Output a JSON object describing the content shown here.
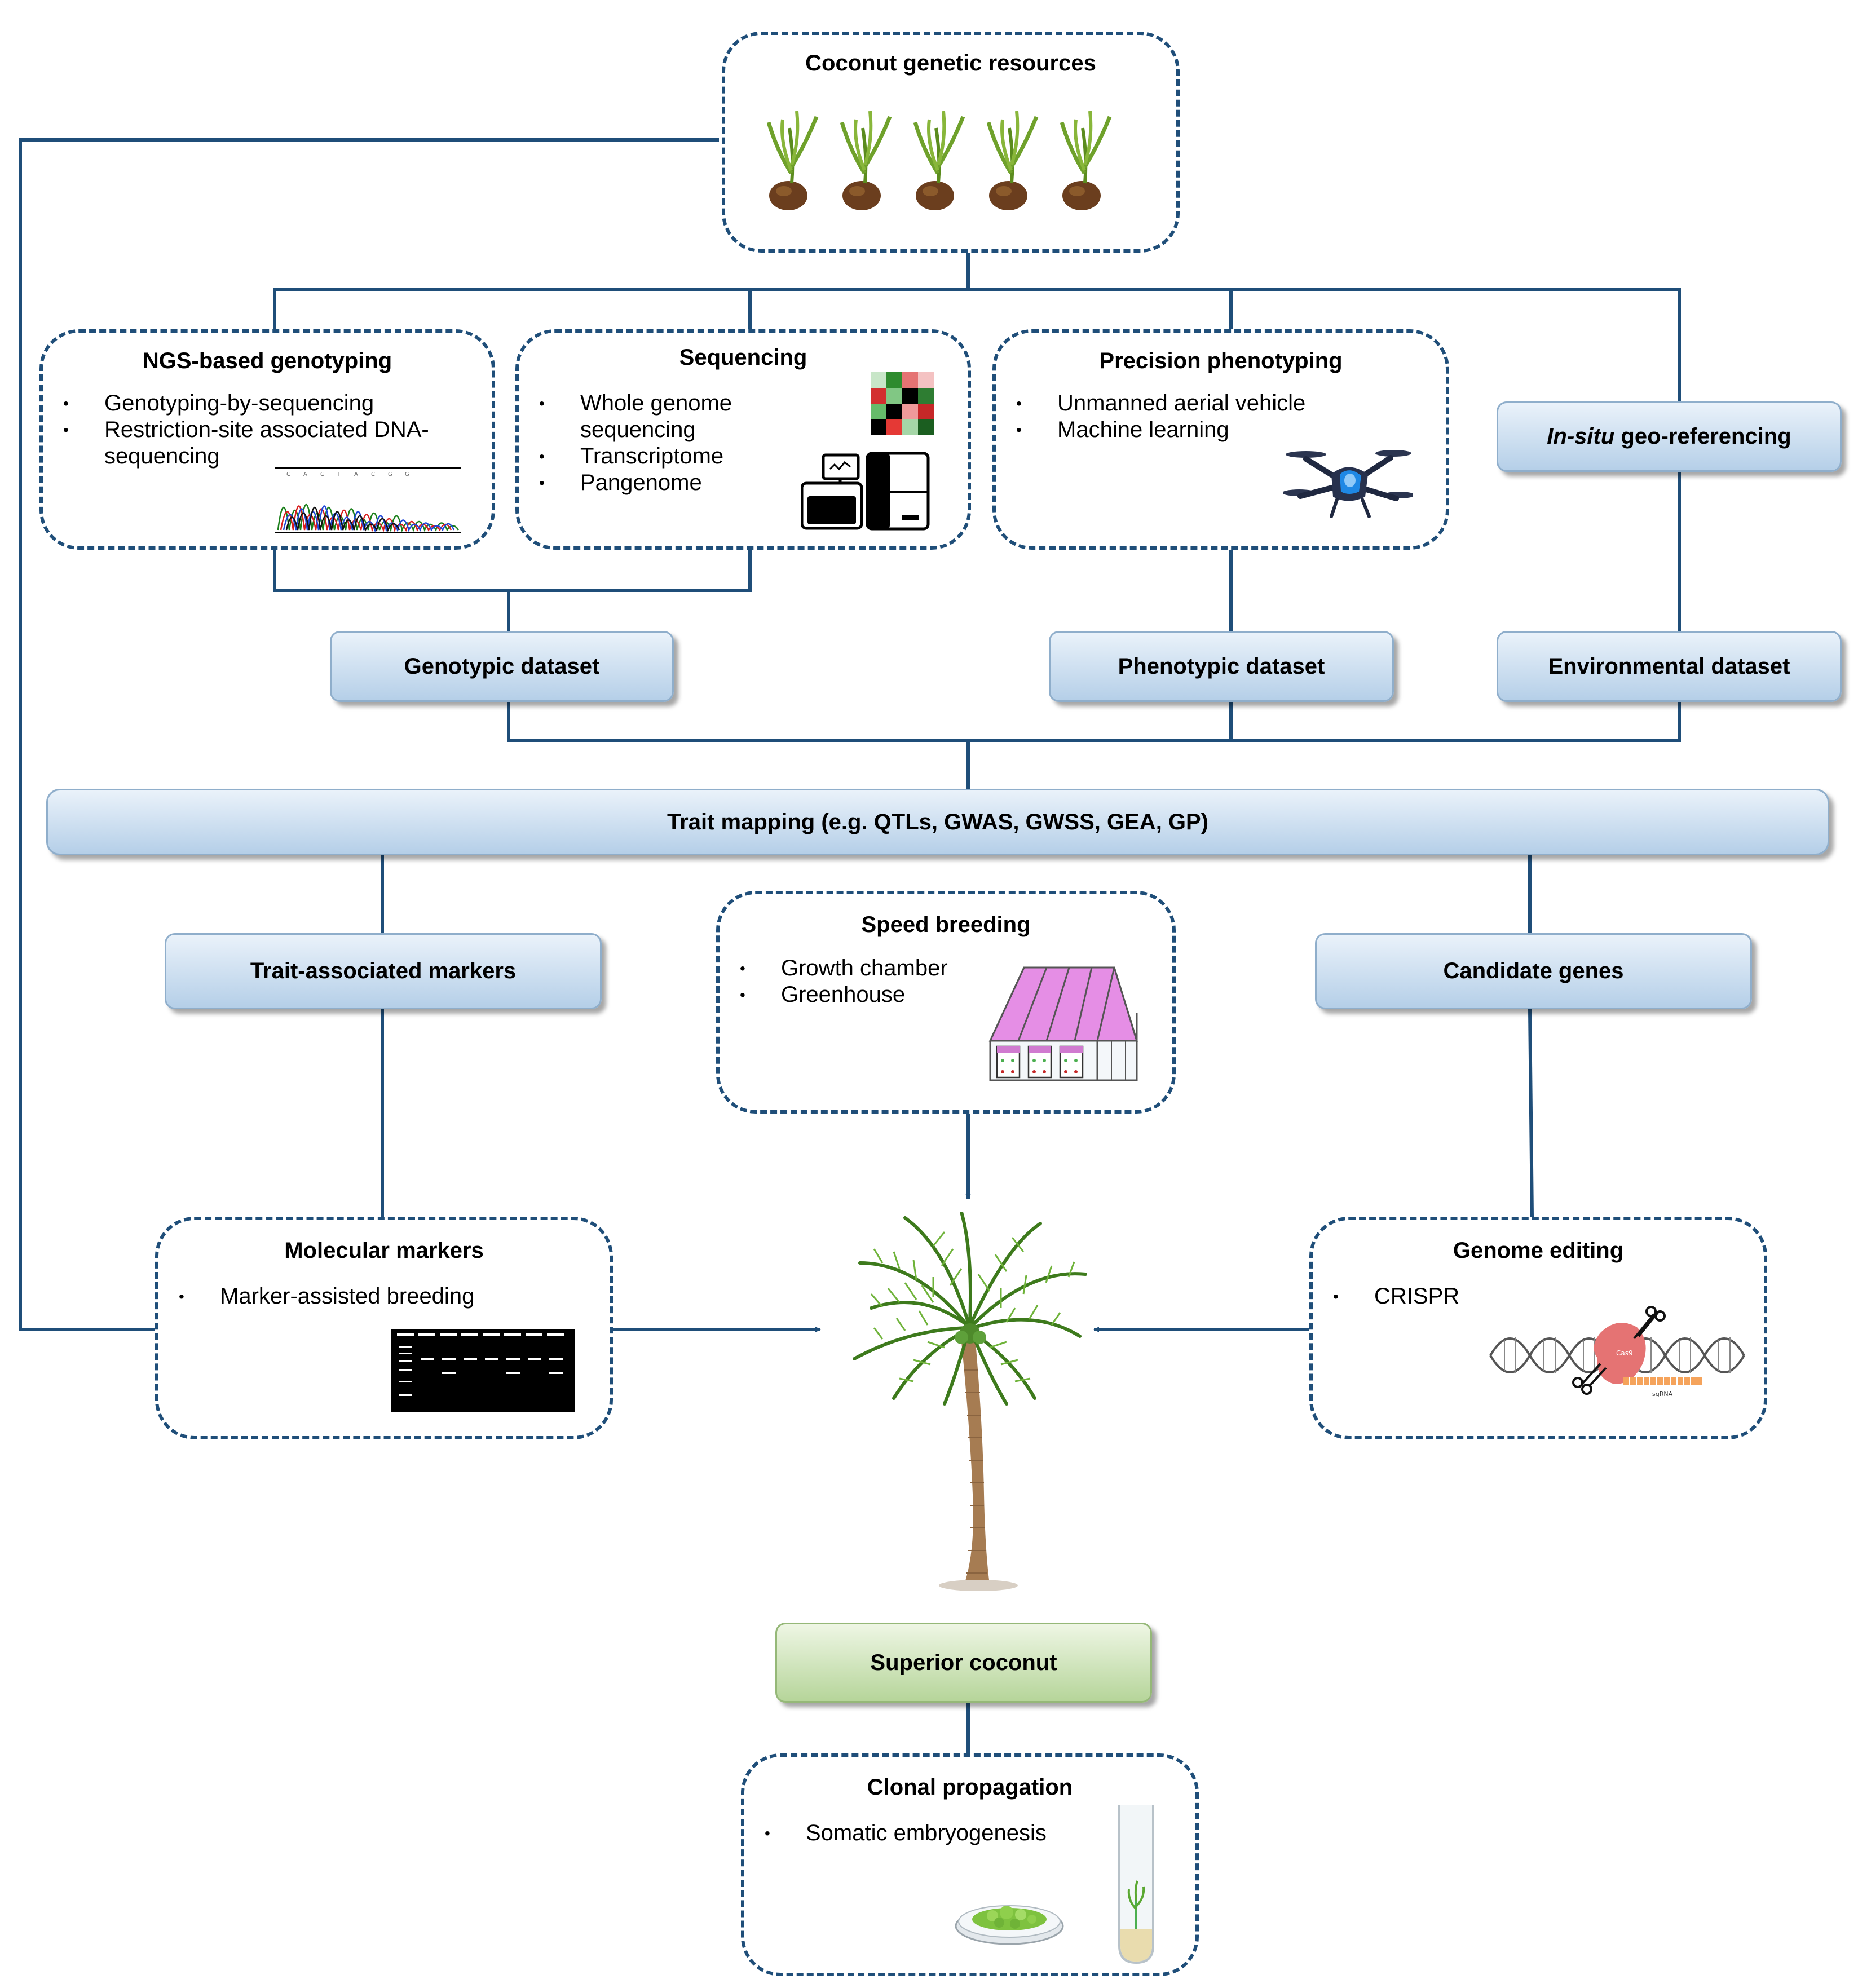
{
  "root": {
    "title": "Coconut genetic resources"
  },
  "tech": {
    "ngs": {
      "title": "NGS-based genotyping",
      "items": [
        "Genotyping-by-sequencing",
        "Restriction-site associated DNA-sequencing"
      ]
    },
    "sequencing": {
      "title": "Sequencing",
      "items": [
        "Whole genome sequencing",
        "Transcriptome",
        "Pangenome"
      ]
    },
    "phenotyping": {
      "title": "Precision phenotyping",
      "items": [
        "Unmanned aerial vehicle",
        "Machine learning"
      ]
    },
    "geo": {
      "title_italic": "In-situ",
      "title_rest": " geo-referencing"
    }
  },
  "datasets": {
    "genotypic": "Genotypic dataset",
    "phenotypic": "Phenotypic dataset",
    "environmental": "Environmental dataset"
  },
  "trait_mapping": "Trait mapping (e.g. QTLs, GWAS, GWSS, GEA, GP)",
  "outputs": {
    "markers": "Trait-associated markers",
    "genes": "Candidate genes"
  },
  "speed_breeding": {
    "title": "Speed breeding",
    "items": [
      "Growth chamber",
      "Greenhouse"
    ]
  },
  "molecular_markers": {
    "title": "Molecular markers",
    "items": [
      "Marker-assisted breeding"
    ]
  },
  "genome_editing": {
    "title": "Genome editing",
    "items": [
      "CRISPR"
    ],
    "labels": {
      "protein": "Cas9",
      "guide": "sgRNA"
    }
  },
  "result": "Superior coconut",
  "clonal": {
    "title": "Clonal propagation",
    "items": [
      "Somatic embryogenesis"
    ]
  },
  "colors": {
    "connector": "#1f4e79",
    "blue_box_top": "#eaf2fa",
    "blue_box_bottom": "#b5cfe8",
    "green_box_top": "#eef6e4",
    "green_box_bottom": "#b6d59a"
  },
  "icons": [
    "seedling-icon",
    "chromatogram-icon",
    "heatmap-icon",
    "sequencer-icon",
    "drone-icon",
    "greenhouse-icon",
    "gel-icon",
    "crispr-dna-icon",
    "palm-tree-icon",
    "petri-dish-icon",
    "test-tube-icon"
  ]
}
